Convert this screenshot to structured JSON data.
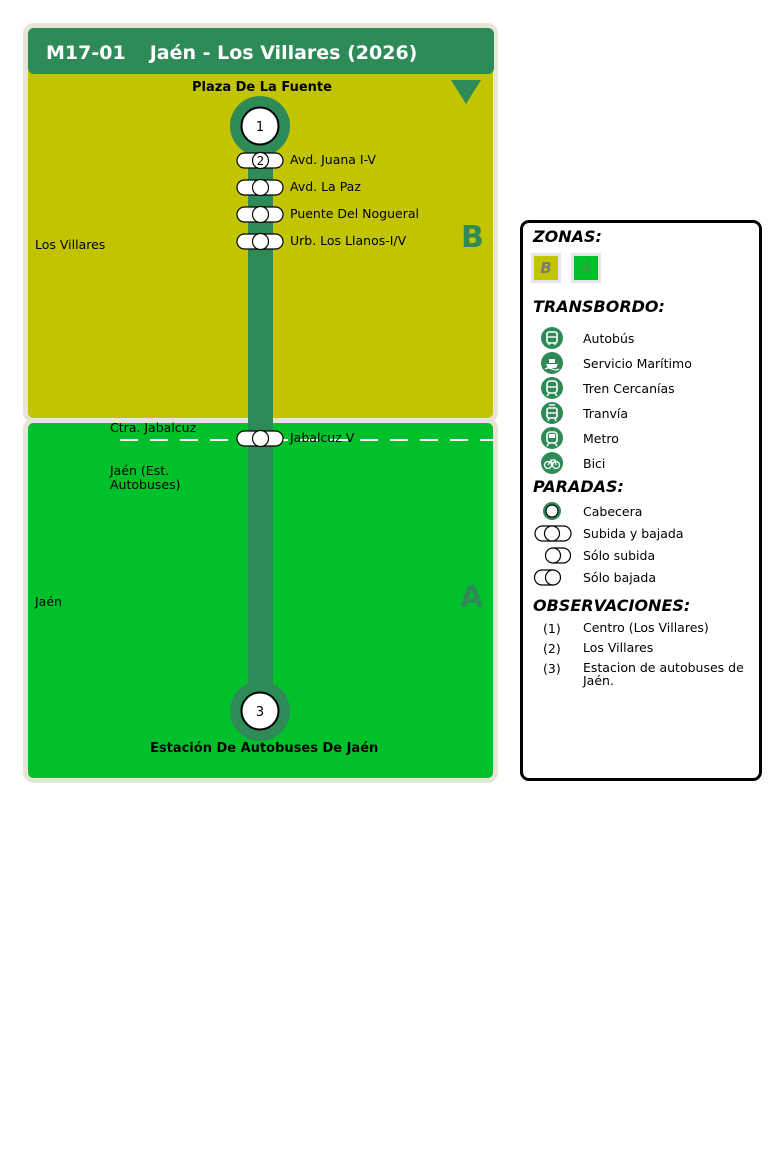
{
  "header": {
    "code": "M17-01",
    "title": "Jaén - Los Villares (2026)"
  },
  "colors": {
    "line": "#2e8b57",
    "zone_b": "#c2c400",
    "zone_a": "#00c12b",
    "border": "#e8e5d8"
  },
  "zones": [
    {
      "letter": "B",
      "municipality": "Los Villares"
    },
    {
      "letter": "A",
      "municipality": "Jaén"
    }
  ],
  "terminals": {
    "start": "Plaza De La Fuente",
    "end": "Estación De Autobuses De Jaén"
  },
  "stops": [
    {
      "name": "Avd. Juana I-V",
      "note": "2"
    },
    {
      "name": "Avd. La Paz"
    },
    {
      "name": "Puente Del Nogueral"
    },
    {
      "name": "Urb. Los Llanos-I/V"
    },
    {
      "name": "Jabalcuz V"
    }
  ],
  "terminal_notes": {
    "start": "1",
    "end": "3"
  },
  "boundary_labels": {
    "ctra": "Ctra. Jabalcuz",
    "jaen_est": "Jaén (Est. Autobuses)"
  },
  "legend": {
    "zonas_title": "ZONAS:",
    "zonas": [
      "B",
      "A"
    ],
    "transbordo_title": "TRANSBORDO:",
    "transbordo": [
      {
        "icon": "bus-icon",
        "label": "Autobús"
      },
      {
        "icon": "ferry-icon",
        "label": "Servicio Marítimo"
      },
      {
        "icon": "train-icon",
        "label": "Tren Cercanías"
      },
      {
        "icon": "tram-icon",
        "label": "Tranvía"
      },
      {
        "icon": "metro-icon",
        "label": "Metro"
      },
      {
        "icon": "bike-icon",
        "label": "Bici"
      }
    ],
    "paradas_title": "PARADAS:",
    "paradas": [
      "Cabecera",
      "Subida y bajada",
      "Sólo subida",
      "Sólo bajada"
    ],
    "observaciones_title": "OBSERVACIONES:",
    "observaciones": [
      {
        "num": "(1)",
        "text": "Centro (Los Villares)"
      },
      {
        "num": "(2)",
        "text": "Los Villares"
      },
      {
        "num": "(3)",
        "text": "Estacion de autobuses de Jaén."
      }
    ]
  }
}
